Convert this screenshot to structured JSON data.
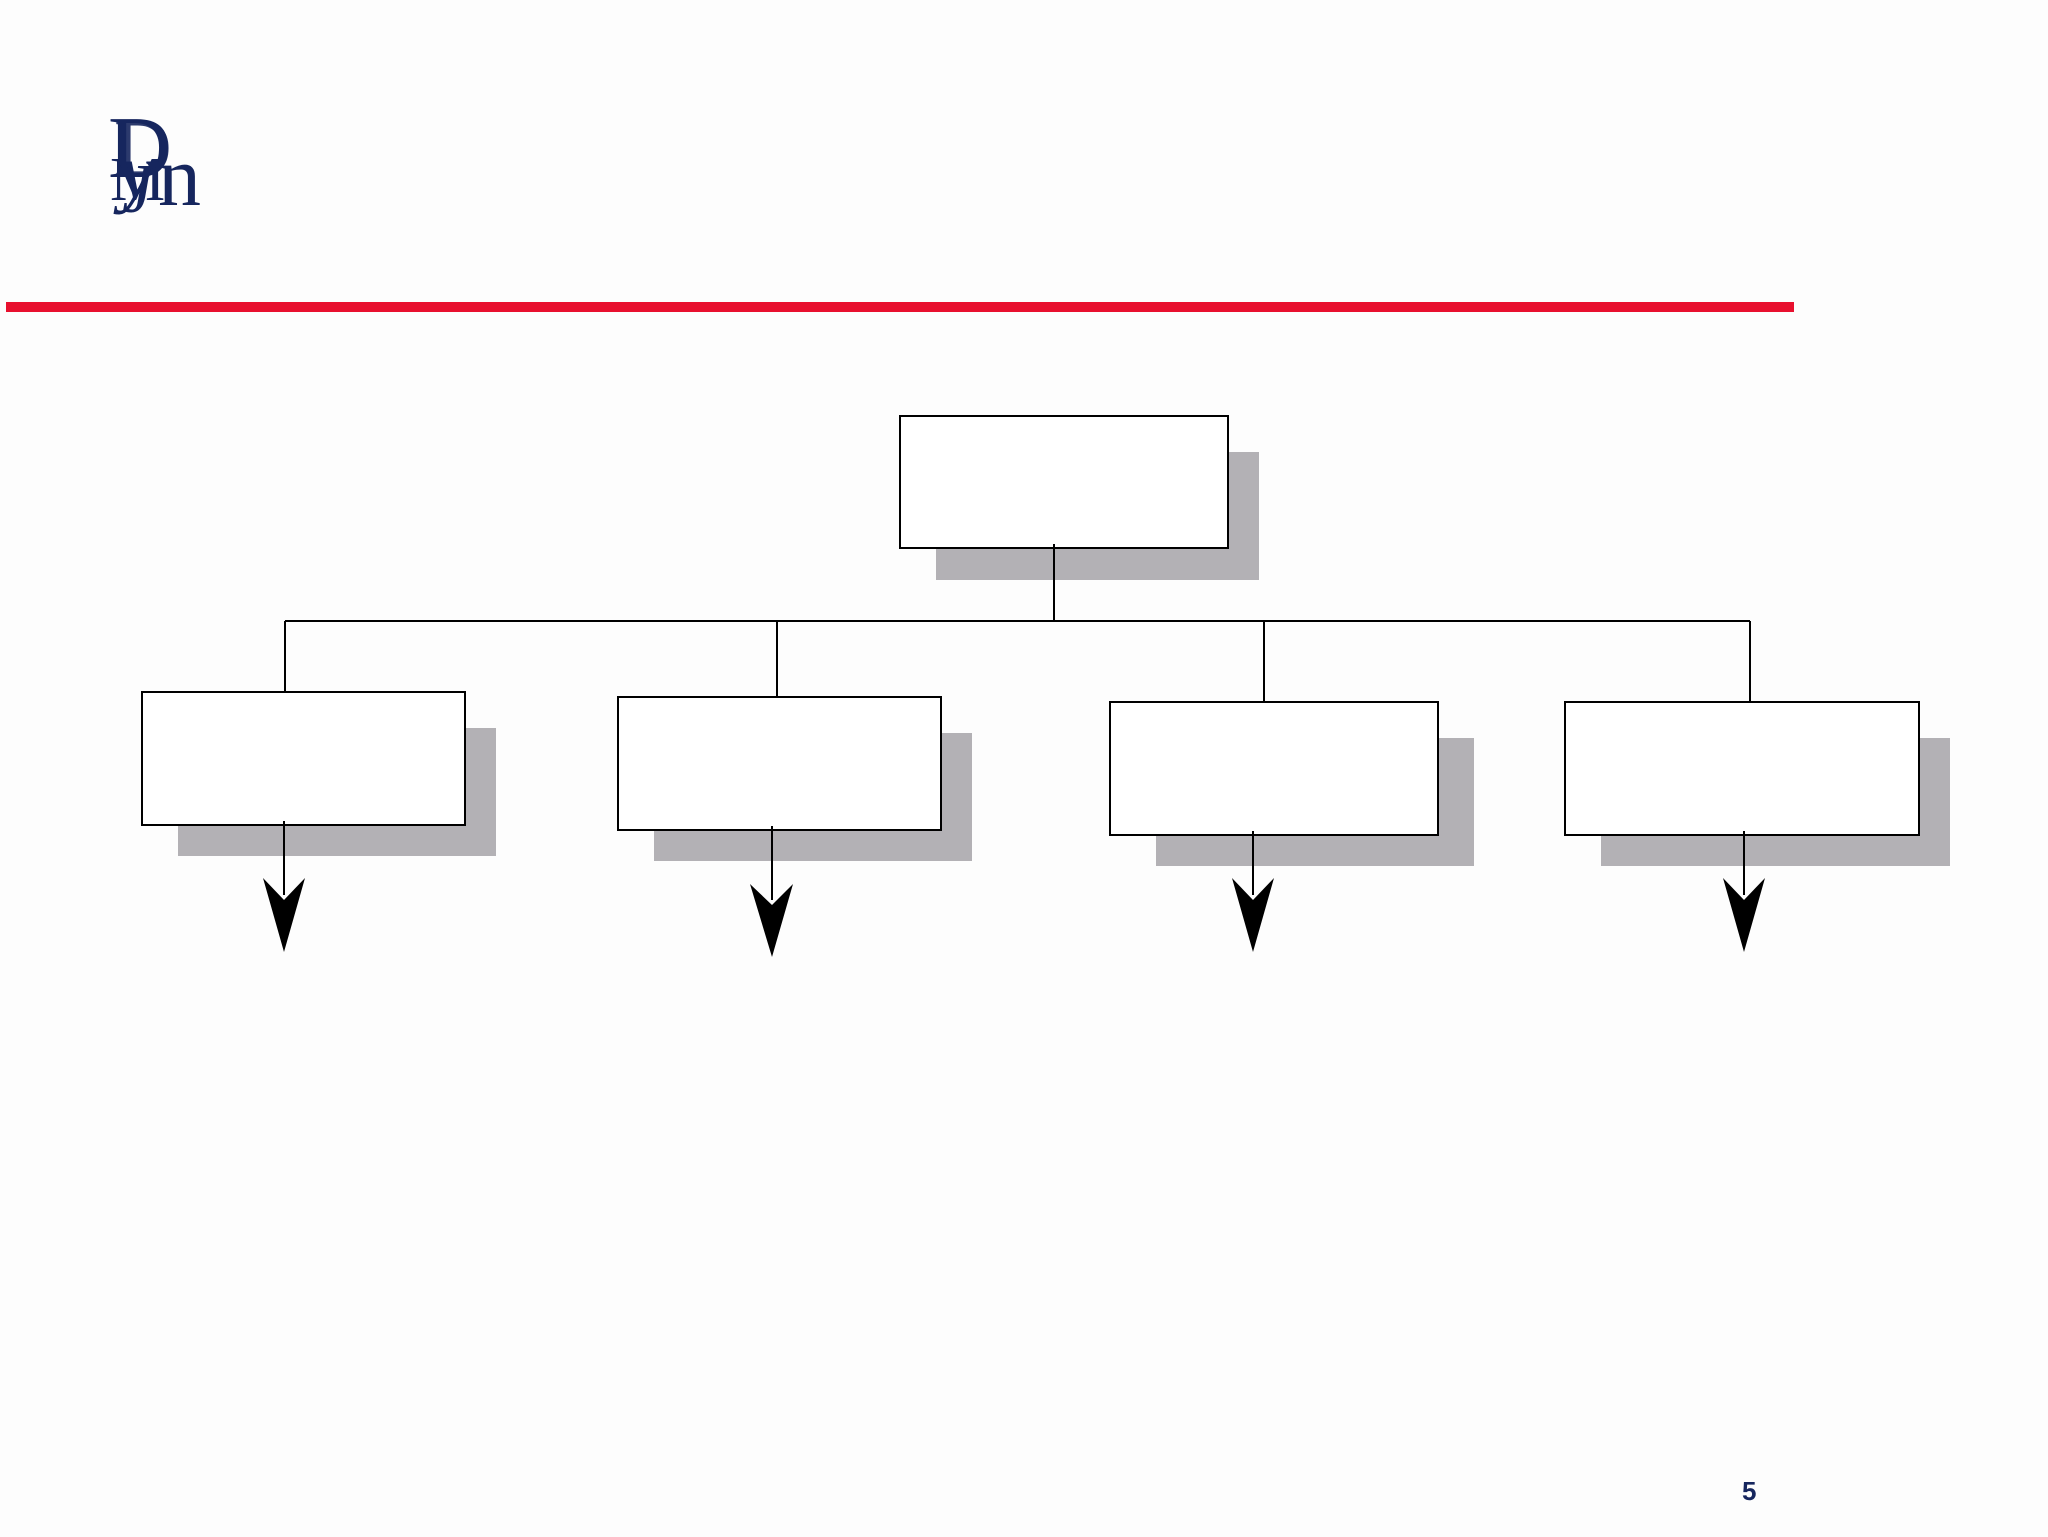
{
  "slide": {
    "logo": {
      "letters": [
        "D",
        "D",
        "y",
        "M",
        "n",
        "J"
      ],
      "color": "#16265e"
    },
    "divider_color": "#e8102e",
    "box_shadow_color": "#b3b1b5",
    "page_number": "5"
  },
  "org_chart": {
    "root": {
      "label": ""
    },
    "children": [
      {
        "label": ""
      },
      {
        "label": ""
      },
      {
        "label": ""
      },
      {
        "label": ""
      }
    ]
  }
}
